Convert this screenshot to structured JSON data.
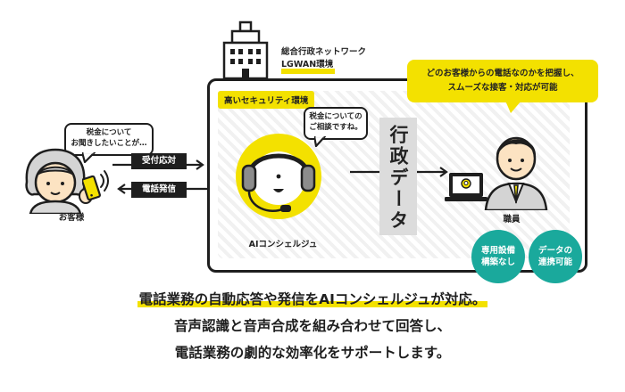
{
  "network": {
    "title_line1": "総合行政ネットワーク",
    "title_line2": "LGWAN環境",
    "security_label": "高いセキュリティ環境"
  },
  "customer": {
    "bubble_line1": "税金について",
    "bubble_line2": "お聞きしたいことが…",
    "label": "お客様"
  },
  "arrows": {
    "incoming": "受付応対",
    "outgoing": "電話発信"
  },
  "concierge": {
    "bubble_line1": "税金についての",
    "bubble_line2": "ご相談ですね。",
    "label": "AIコンシェルジュ"
  },
  "data_box": "行政データ",
  "staff": {
    "bubble_line1": "どのお客様からの電話なのかを把握し、",
    "bubble_line2": "スムーズな接客・対応が可能",
    "label": "職員"
  },
  "badges": [
    {
      "line1": "専用設備",
      "line2": "構築なし"
    },
    {
      "line1": "データの",
      "line2": "連携可能"
    }
  ],
  "description": {
    "line1": "電話業務の自動応答や発信をAIコンシェルジュが対応。",
    "line2": "音声認識と音声合成を組み合わせて回答し、",
    "line3": "電話業務の劇的な効率化をサポートします。"
  },
  "colors": {
    "accent_yellow": "#f3e100",
    "teal": "#1aa99c",
    "dark": "#1e1e1e"
  }
}
